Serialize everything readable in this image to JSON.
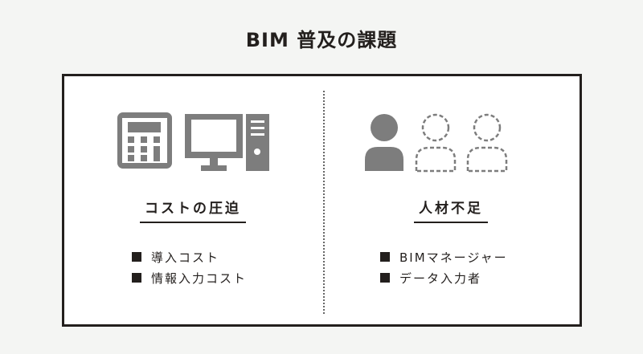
{
  "title": "BIM 普及の課題",
  "left": {
    "icons": [
      "calculator-icon",
      "monitor-icon",
      "pc-tower-icon"
    ],
    "heading": "コストの圧迫",
    "items": [
      "導入コスト",
      "情報入力コスト"
    ]
  },
  "right": {
    "icons": [
      "person-icon",
      "missing-person-icon",
      "missing-person-icon"
    ],
    "heading": "人材不足",
    "items": [
      "BIMマネージャー",
      "データ入力者"
    ]
  },
  "colors": {
    "icon": "#7d7d7d",
    "text": "#231f1d",
    "background": "#f4f5f3"
  }
}
